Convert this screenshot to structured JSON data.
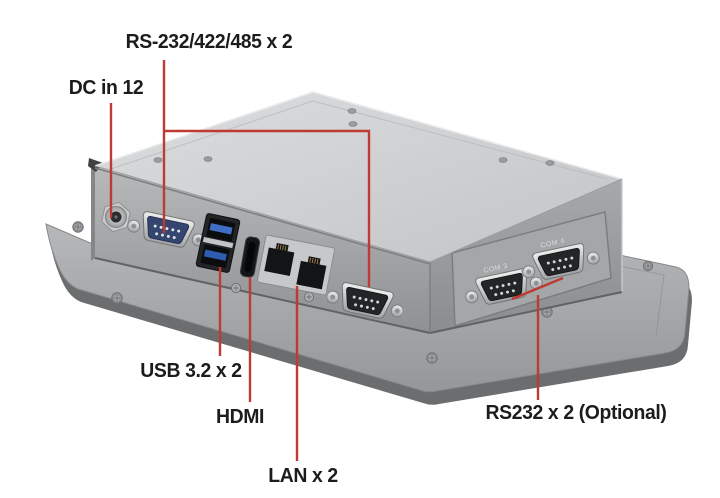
{
  "page": {
    "background": "#ffffff",
    "description": "Rear bottom view of an industrial panel PC with annotated I/O ports"
  },
  "annotations": {
    "line_color": "#bf3a32",
    "text_color": "#1c1c1c",
    "callouts": [
      {
        "id": "serial-front",
        "label": "RS-232/422/485 x 2"
      },
      {
        "id": "dc-in",
        "label": "DC in 12"
      },
      {
        "id": "usb",
        "label": "USB 3.2 x 2"
      },
      {
        "id": "hdmi",
        "label": "HDMI"
      },
      {
        "id": "lan",
        "label": "LAN x 2"
      },
      {
        "id": "serial-optional",
        "label": "RS232 x 2 (Optional)"
      }
    ]
  },
  "device": {
    "silkscreen": {
      "com3": "COM 3",
      "com4": "COM 4"
    },
    "colors": {
      "usb_tongue_top": "#3e6fc4",
      "usb_tongue_bottom": "#2f5cb0",
      "serial_face_blue": "#344570",
      "serial_face_black": "#232527"
    }
  }
}
